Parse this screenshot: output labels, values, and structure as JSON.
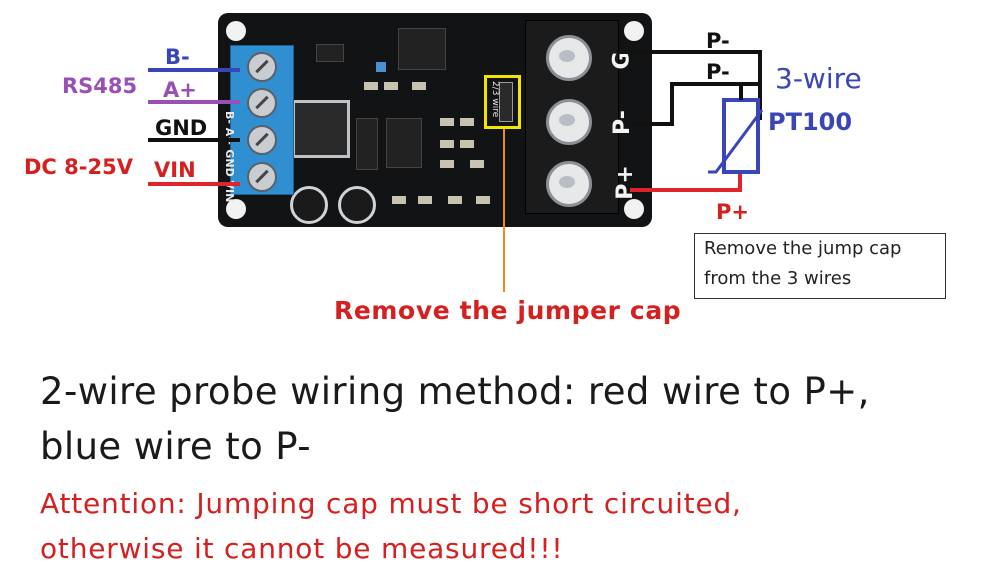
{
  "left_labels": {
    "b_minus": "B-",
    "a_plus": "A+",
    "rs485": "RS485",
    "gnd": "GND",
    "dc": "DC 8-25V",
    "vin": "VIN"
  },
  "board": {
    "terminal_silk": "B- A+ GND VIN",
    "jumper_silk": "2/3 wire",
    "g_label": "G",
    "pminus_label": "P-",
    "pplus_label": "P+"
  },
  "right_labels": {
    "p_minus_1": "P-",
    "p_minus_2": "P-",
    "three_wire": "3-wire",
    "pt100": "PT100",
    "p_plus": "P+"
  },
  "notes": {
    "box_line1": "Remove the jump cap",
    "box_line2": "from the 3 wires",
    "jumper_note": "Remove the jumper cap"
  },
  "instructions": {
    "line1": "2-wire probe wiring method: red wire to P+,",
    "line2": "blue wire to P-",
    "warn1": "Attention: Jumping cap must be short circuited,",
    "warn2": "otherwise it cannot be measured!!!"
  },
  "colors": {
    "blue_wire": "#3a45b8",
    "purple_wire": "#9a4fb5",
    "black_wire": "#111111",
    "red_wire": "#e0242b",
    "orange_leader": "#f08a1c",
    "label_red": "#d62020"
  }
}
